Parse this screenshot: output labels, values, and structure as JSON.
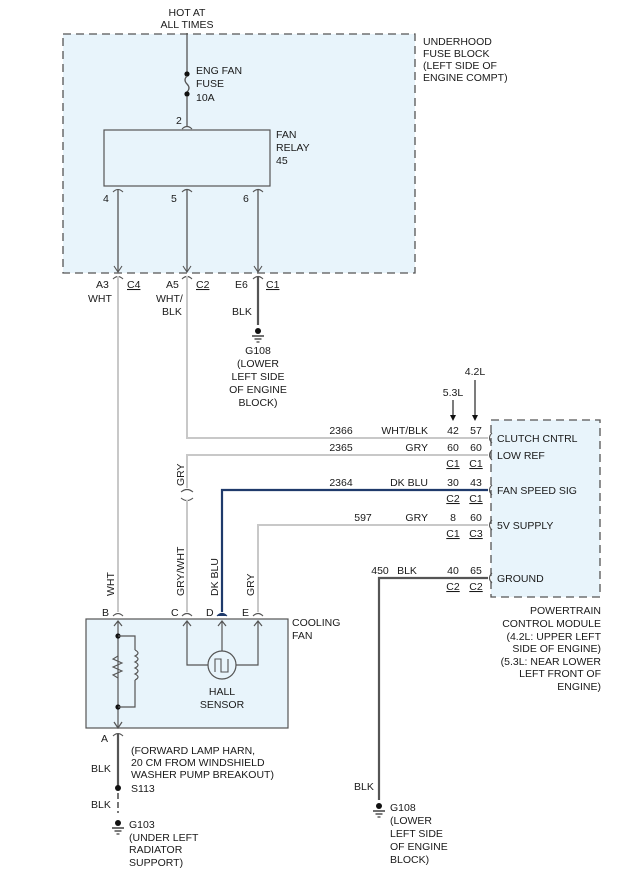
{
  "colors": {
    "module_fill": "#e8f4fb",
    "module_border": "#555555",
    "wire_gray": "#c8c8c8",
    "wire_black": "#555555",
    "wire_dkblu": "#1f3a6b",
    "text": "#1a1a1a"
  },
  "power_source": {
    "line1": "HOT AT",
    "line2": "ALL TIMES"
  },
  "fuse_block": {
    "label": [
      "UNDERHOOD",
      "FUSE BLOCK",
      "(LEFT SIDE OF",
      "ENGINE COMPT)"
    ],
    "fuse": [
      "ENG FAN",
      "FUSE",
      "10A"
    ],
    "relay_label": [
      "FAN",
      "RELAY",
      "45"
    ],
    "relay_pin_in": "2",
    "relay_pins_out": [
      "4",
      "5",
      "6"
    ],
    "connectors": [
      {
        "pin": "A3",
        "conn": "C4",
        "color": [
          "WHT"
        ]
      },
      {
        "pin": "A5",
        "conn": "C2",
        "color": [
          "WHT/",
          "BLK"
        ]
      },
      {
        "pin": "E6",
        "conn": "C1",
        "color": [
          "BLK"
        ]
      }
    ]
  },
  "ground_g108_top": {
    "id": "G108",
    "desc": [
      "(LOWER",
      "LEFT SIDE",
      "OF ENGINE",
      "BLOCK)"
    ]
  },
  "pcm": {
    "variants": [
      "5.3L",
      "4.2L"
    ],
    "label": [
      "POWERTRAIN",
      "CONTROL MODULE",
      "(4.2L: UPPER LEFT",
      "SIDE OF ENGINE)",
      "(5.3L: NEAR LOWER",
      "LEFT FRONT OF",
      "ENGINE)"
    ],
    "circuits": [
      {
        "circuit": "2366",
        "color": "WHT/BLK",
        "pin53": "42",
        "pin42": "57",
        "conn53": "",
        "conn42": "",
        "name": "CLUTCH CNTRL"
      },
      {
        "circuit": "2365",
        "color": "GRY",
        "pin53": "60",
        "pin42": "60",
        "conn53": "C1",
        "conn42": "C1",
        "name": "LOW REF"
      },
      {
        "circuit": "2364",
        "color": "DK BLU",
        "pin53": "30",
        "pin42": "43",
        "conn53": "C2",
        "conn42": "C1",
        "name": "FAN SPEED SIG"
      },
      {
        "circuit": "597",
        "color": "GRY",
        "pin53": "8",
        "pin42": "60",
        "conn53": "C1",
        "conn42": "C3",
        "name": "5V SUPPLY"
      },
      {
        "circuit": "450",
        "color": "BLK",
        "pin53": "40",
        "pin42": "65",
        "conn53": "C2",
        "conn42": "C2",
        "name": "GROUND"
      }
    ]
  },
  "vertical_wire_labels": {
    "gry_upper": "GRY",
    "b": "WHT",
    "c": "GRY/WHT",
    "d": "DK BLU",
    "e": "GRY"
  },
  "cooling_fan": {
    "label": [
      "COOLING",
      "FAN"
    ],
    "pins": [
      "B",
      "C",
      "D",
      "E"
    ],
    "pin_bottom": "A",
    "hall_sensor": [
      "HALL",
      "SENSOR"
    ]
  },
  "fan_ground": {
    "wire_color_1": "BLK",
    "splice_note": [
      "(FORWARD LAMP HARN,",
      "20 CM FROM WINDSHIELD",
      "WASHER PUMP BREAKOUT)"
    ],
    "splice_id": "S113",
    "wire_color_2": "BLK",
    "ground_id": "G103",
    "ground_desc": [
      "(UNDER LEFT",
      "RADIATOR",
      "SUPPORT)"
    ]
  },
  "pcm_ground": {
    "wire_color": "BLK",
    "ground_id": "G108",
    "ground_desc": [
      "(LOWER",
      "LEFT SIDE",
      "OF ENGINE",
      "BLOCK)"
    ]
  }
}
